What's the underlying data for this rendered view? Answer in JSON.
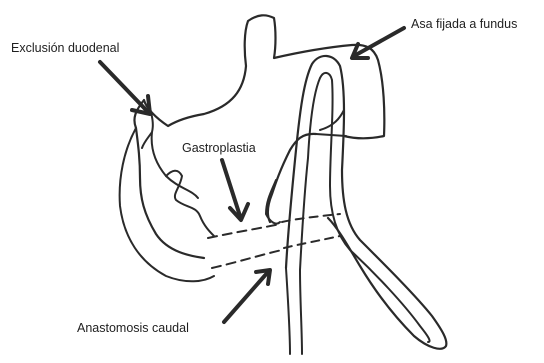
{
  "labels": {
    "duodenal_exclusion": "Exclusión duodenal",
    "gastroplasty": "Gastroplastia",
    "loop_fixed": "Asa fijada a fundus",
    "caudal_anastomosis": "Anastomosis caudal"
  },
  "colors": {
    "line": "#2a2a2a",
    "background": "#ffffff",
    "text": "#1f1f1f"
  }
}
